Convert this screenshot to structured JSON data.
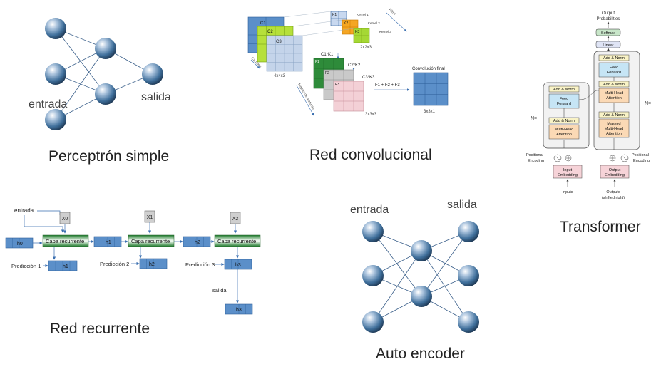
{
  "perceptron": {
    "title": "Perceptrón simple",
    "input_label": "entrada",
    "output_label": "salida"
  },
  "cnn": {
    "title": "Red convolucional",
    "channels": [
      "C1",
      "C2",
      "C3"
    ],
    "kernels": [
      "K1",
      "K2",
      "K3"
    ],
    "kernel_names": [
      "Kernel 1",
      "Kernel 2",
      "Kernel 3"
    ],
    "filter_label": "Filtro",
    "canales_label": "Canales",
    "input_dim": "4x4x3",
    "kernel_dim": "2x2x3",
    "products": [
      "C1*K1",
      "C2*K2",
      "C3*K3"
    ],
    "features": [
      "F1",
      "F2",
      "F3"
    ],
    "feature_maps_label": "Mapas de features",
    "feature_dim": "3x3x3",
    "sum_label": "F1 + F2 + F3",
    "final_label": "Convolución final",
    "final_dim": "3x3x1"
  },
  "transformer": {
    "title": "Transformer",
    "output_probs": [
      "Output",
      "Probabilities"
    ],
    "softmax": "Softmax",
    "linear": "Linear",
    "add_norm": "Add & Norm",
    "feed_forward": [
      "Feed",
      "Forward"
    ],
    "mha": [
      "Multi-Head",
      "Attention"
    ],
    "masked_mha": [
      "Masked",
      "Multi-Head",
      "Attention"
    ],
    "nx": "N×",
    "pos_enc": [
      "Positional",
      "Encoding"
    ],
    "input_emb": [
      "Input",
      "Embedding"
    ],
    "output_emb": [
      "Output",
      "Embedding"
    ],
    "inputs": "Inputs",
    "outputs": [
      "Outputs",
      "(shifted right)"
    ]
  },
  "rnn": {
    "title": "Red recurrente",
    "input_label": "entrada",
    "cell_label": "Capa recurrente",
    "inputs": [
      "X0",
      "X1",
      "X2"
    ],
    "hidden": [
      "h0",
      "h1",
      "h2",
      "h3"
    ],
    "predictions": [
      "Predicción 1",
      "Predicción 2",
      "Predicción 3"
    ],
    "pred_values": [
      "h1",
      "h2",
      "h3"
    ],
    "output_label": "salida",
    "output_value": "h3"
  },
  "autoencoder": {
    "title": "Auto encoder",
    "input_label": "entrada",
    "output_label": "salida"
  },
  "colors": {
    "node": "#3d6f99",
    "grid_blue": "#5b8fc9",
    "green_bar": "#2e8b3a",
    "text": "#333333"
  }
}
